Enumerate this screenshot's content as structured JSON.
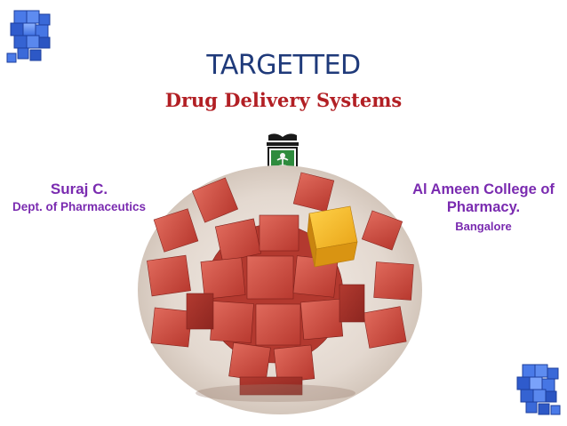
{
  "slide": {
    "title": "TARGETTED",
    "subtitle": "Drug Delivery Systems",
    "author": {
      "name": "Suraj C.",
      "department": "Dept. of Pharmaceutics"
    },
    "college": {
      "line1": "Al Ameen College of",
      "line2": "Pharmacy.",
      "city": "Bangalore"
    }
  },
  "graphics": {
    "corner_icon": "blue-cube-cluster-icon",
    "emblem_icon": "college-crest-logo",
    "hero_image": "cube-sphere-illustration"
  },
  "colors": {
    "title": "#1f3a7a",
    "subtitle": "#b21f24",
    "author_text": "#7a2bb0",
    "cube_red": "#c9473c",
    "cube_yellow": "#f2b51e",
    "cube_blue": "#2c5fd6"
  }
}
